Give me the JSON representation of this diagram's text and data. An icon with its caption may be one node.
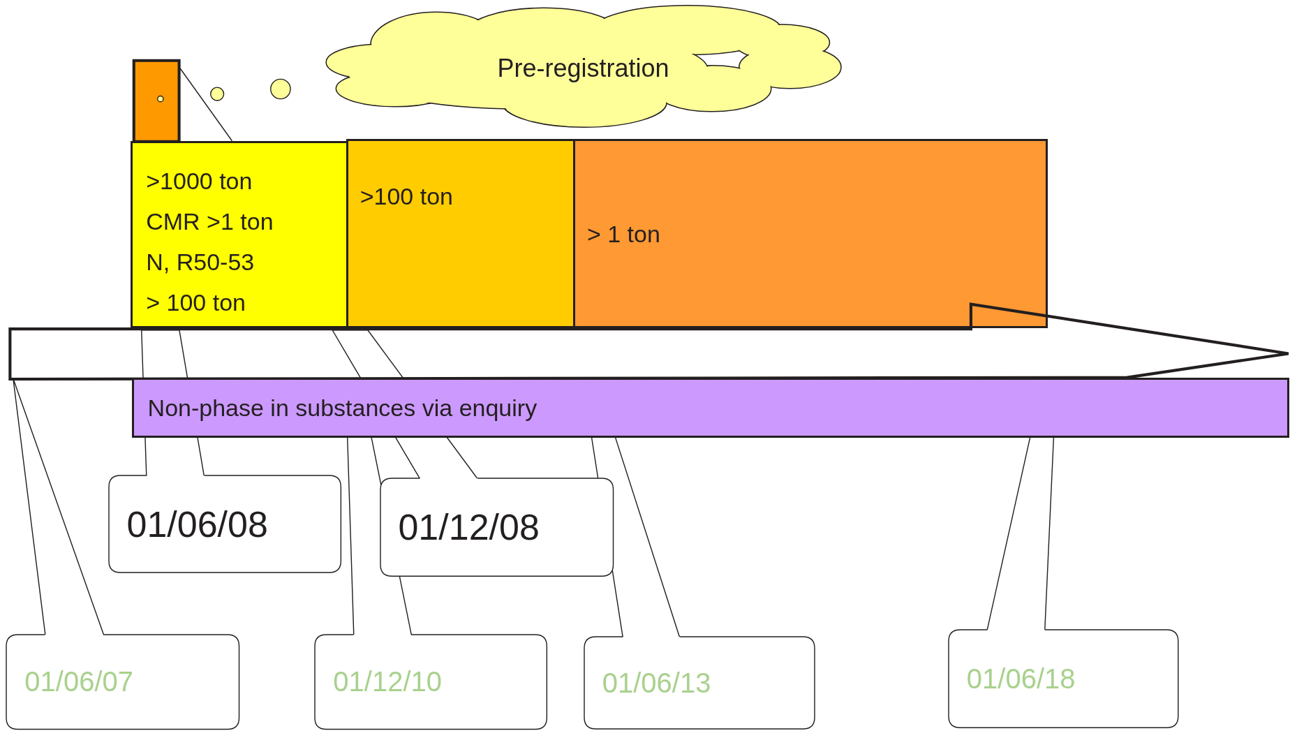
{
  "diagram": {
    "nodes": [
      {
        "text": [
          "Pre-registration"
        ]
      },
      {
        "text": [],
        "shape": "box"
      },
      {
        "text": [
          ">1000 ton",
          "CMR >1 ton",
          "N, R50-53",
          "> 100 ton"
        ]
      },
      {
        "text": [
          ">100 ton"
        ]
      },
      {
        "text": [
          "> 1 ton"
        ]
      },
      {
        "text": [],
        "shape": "arrow"
      },
      {
        "text": [
          "Non-phase in substances via enquiry"
        ]
      },
      {
        "text": [
          "01/06/08"
        ]
      },
      {
        "text": [
          "01/12/08"
        ]
      },
      {
        "text": [
          "01/06/07"
        ]
      },
      {
        "text": [
          "01/12/10"
        ]
      },
      {
        "text": [
          "01/06/13"
        ]
      },
      {
        "text": [
          "01/06/18"
        ]
      }
    ],
    "edges": [
      {
        "from": 1,
        "to": 2,
        "arrow": "none"
      },
      {
        "from": 7,
        "to": 5,
        "arrow": "none"
      },
      {
        "from": 8,
        "to": 5,
        "arrow": "none"
      },
      {
        "from": 9,
        "to": 5,
        "arrow": "none"
      },
      {
        "from": 10,
        "to": 5,
        "arrow": "none"
      },
      {
        "from": 11,
        "to": 5,
        "arrow": "none"
      },
      {
        "from": 12,
        "to": 5,
        "arrow": "none"
      }
    ]
  }
}
